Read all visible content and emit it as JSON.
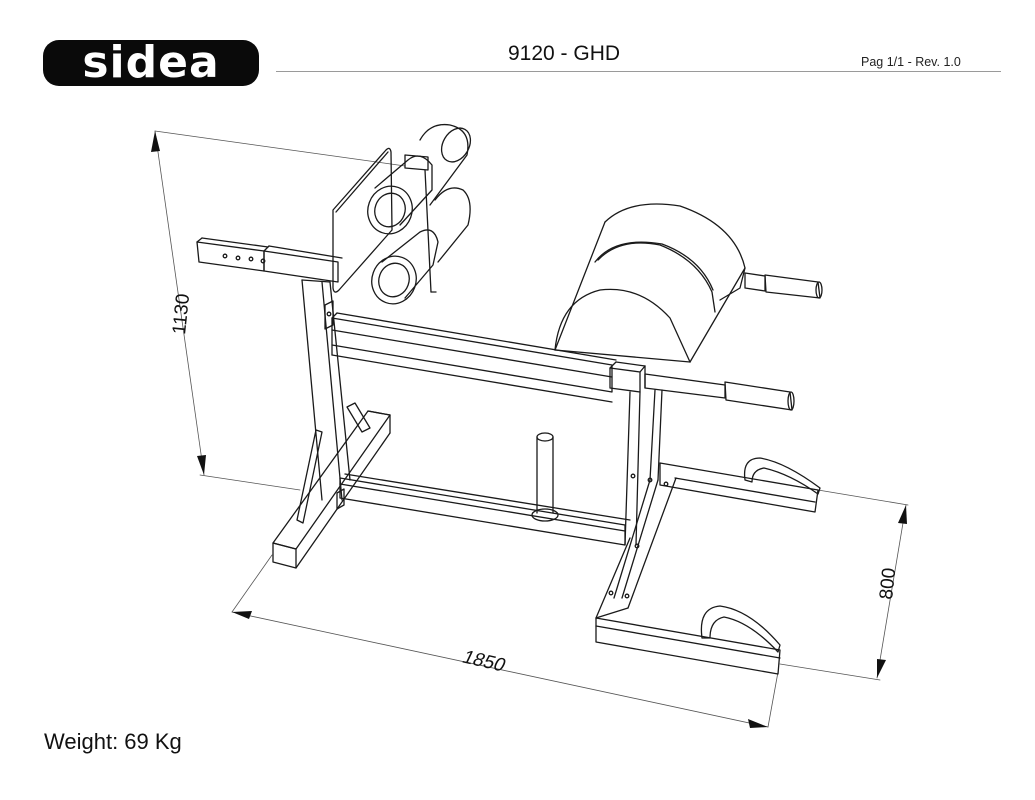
{
  "header": {
    "logo_text": "sidea",
    "title": "9120 - GHD",
    "page_info": "Pag 1/1 - Rev. 1.0"
  },
  "drawing": {
    "subject": "GHD bench isometric line drawing",
    "dimensions": {
      "height": "1130",
      "length": "1850",
      "width": "800"
    },
    "units": "mm"
  },
  "footer": {
    "weight": "Weight: 69 Kg"
  },
  "colors": {
    "line": "#1a1a1a",
    "dimension_line": "#555555",
    "header_rule": "#9a9a9a",
    "background": "#ffffff"
  }
}
